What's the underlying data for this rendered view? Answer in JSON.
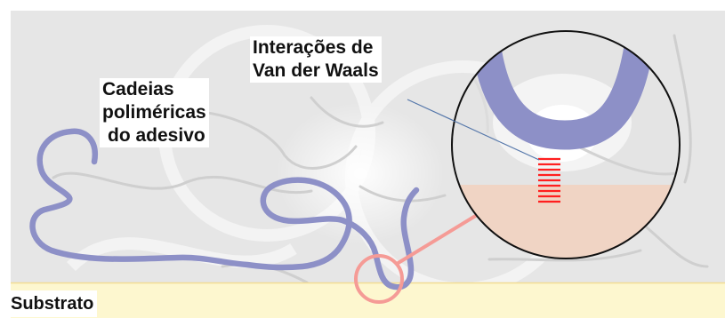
{
  "labels": {
    "chains": [
      "Cadeias",
      "poliméricas",
      "do adesivo"
    ],
    "vdw": [
      "Interações de",
      "Van der Waals"
    ],
    "substrate": "Substrato"
  },
  "colors": {
    "background": "#e6e6e6",
    "substrate": "#fdf7cf",
    "substrate_edge": "#f2dc93",
    "polymer_chain": "#8d90c7",
    "magnifier_circle": "#111111",
    "contact_zone_ring": "#f59b96",
    "vdw_bonds": "#ff1f1f",
    "substrate_zoom": "#f0d4c4",
    "leader_line": "#5577aa"
  },
  "icons": [
    "magnifier-circle"
  ]
}
